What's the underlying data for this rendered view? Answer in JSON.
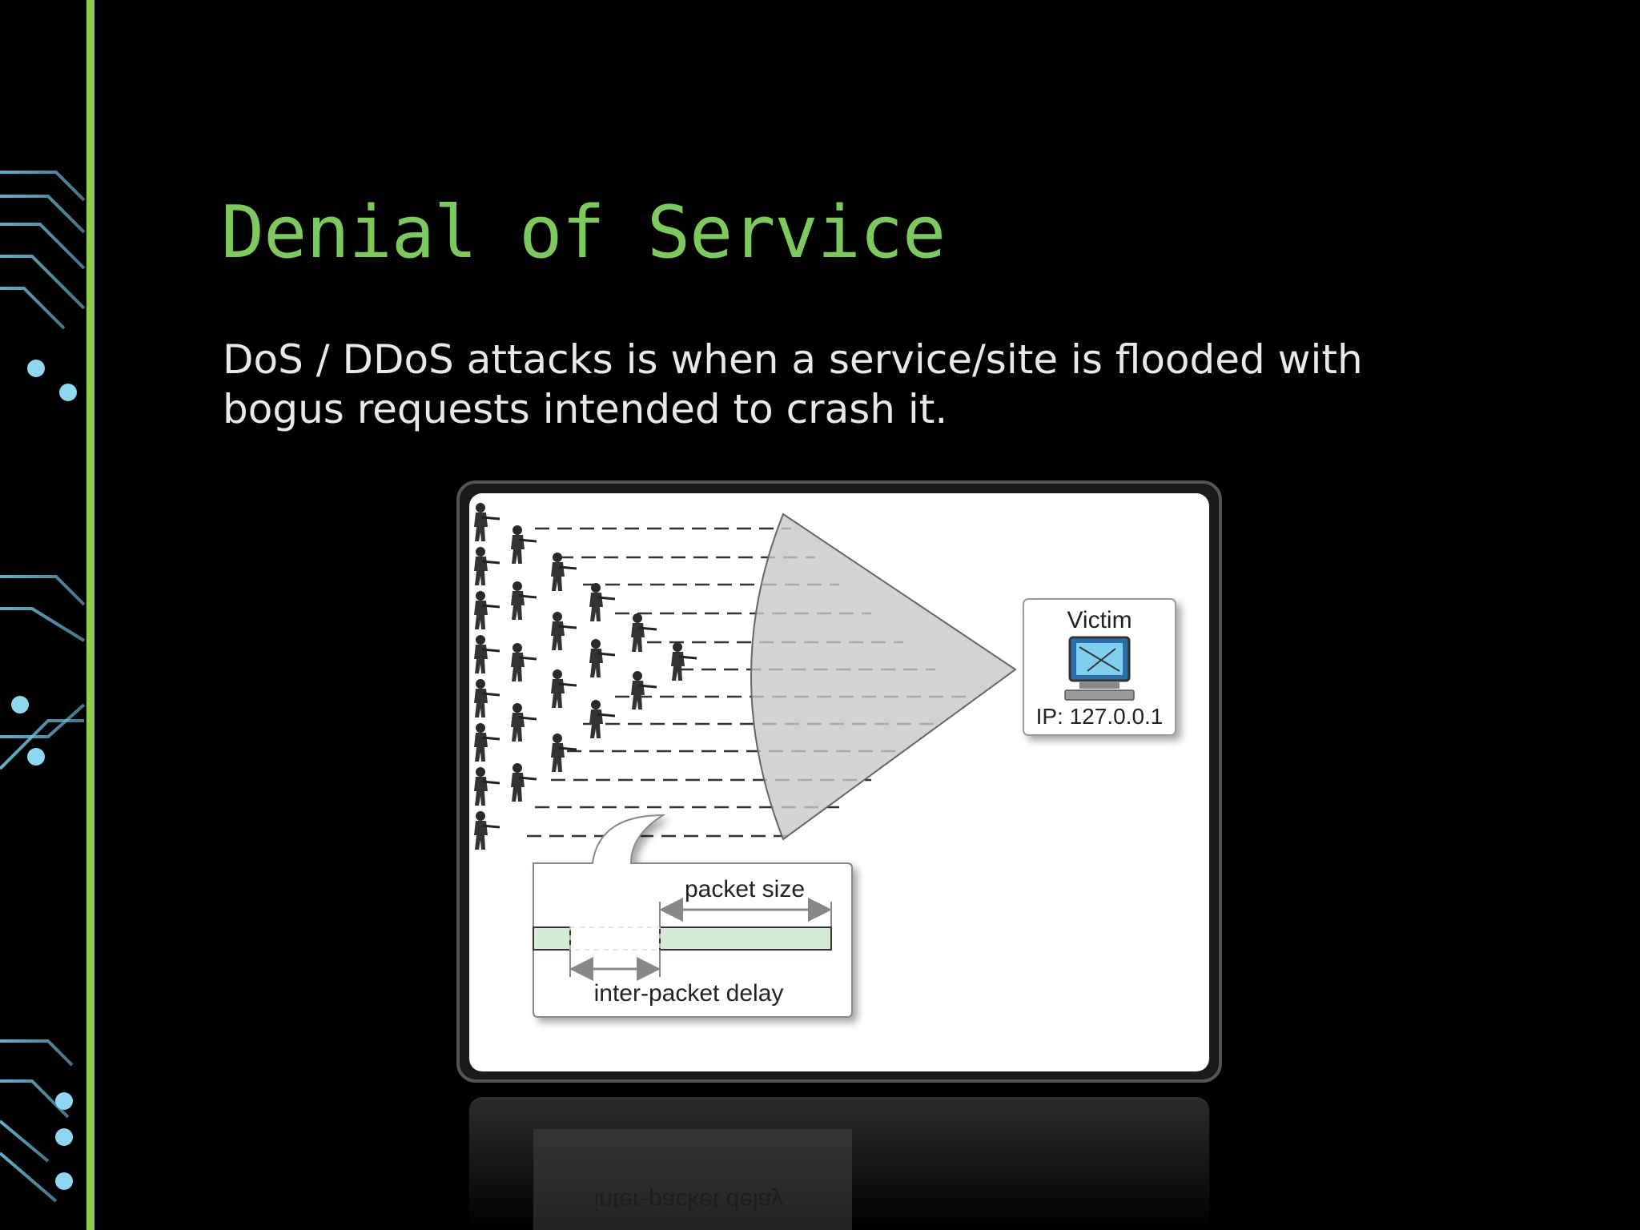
{
  "slide": {
    "title": "Denial of Service",
    "body": "DoS / DDoS attacks is when a service/site is flooded with bogus requests intended to crash it."
  },
  "diagram": {
    "victim_label": "Victim",
    "victim_ip": "IP: 127.0.0.1",
    "packet_size_label": "packet size",
    "inter_packet_label": "inter-packet delay",
    "reflection_text": "inter-packet delay"
  },
  "colors": {
    "title": "#7dc95e",
    "accent_bar": "#8ecb4f",
    "circuit": "#6fc3e2",
    "packet_fill": "#d3ebd3"
  }
}
